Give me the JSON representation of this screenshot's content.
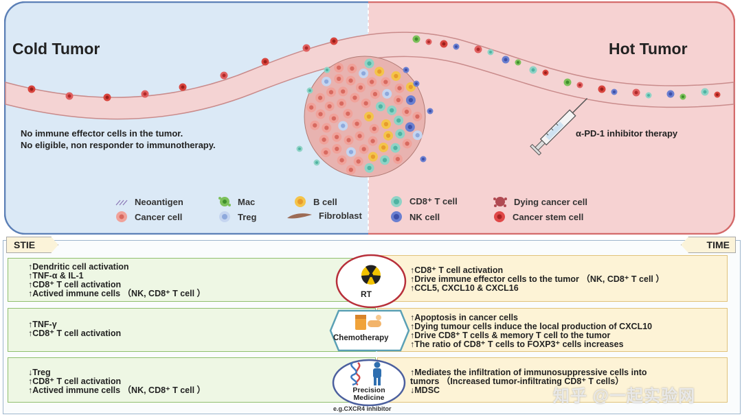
{
  "top": {
    "cold_title": "Cold Tumor",
    "hot_title": "Hot Tumor",
    "cold_note_lines": [
      "No immune effector cells in the tumor.",
      "No eligible, non responder to immunotherapy."
    ],
    "hot_note": "α-PD-1 inhibitor therapy",
    "colors": {
      "cold_bg": "#dbe9f6",
      "cold_border": "#5b7fb6",
      "hot_bg": "#f6d2d2",
      "hot_border": "#d46a6a",
      "vessel": "#f4d3d3",
      "vessel_edge": "#c98b8b"
    },
    "legend": [
      {
        "icon": "neoantigen-icon",
        "label": "Neoantigen"
      },
      {
        "icon": "mac-icon",
        "label": "Mac"
      },
      {
        "icon": "b-cell-icon",
        "label": "B cell"
      },
      {
        "icon": "cd8-t-cell-icon",
        "label": "CD8⁺ T cell"
      },
      {
        "icon": "dying-cancer-cell-icon",
        "label": "Dying cancer cell"
      },
      {
        "icon": "cancer-cell-icon",
        "label": "Cancer cell"
      },
      {
        "icon": "treg-icon",
        "label": "Treg"
      },
      {
        "icon": "fibroblast-icon",
        "label": "Fibroblast"
      },
      {
        "icon": "nk-cell-icon",
        "label": "NK cell"
      },
      {
        "icon": "cancer-stem-cell-icon",
        "label": "Cancer stem cell"
      }
    ]
  },
  "bottom": {
    "left_tag": "STIE",
    "right_tag": "TIME",
    "rows": [
      {
        "center_label": "RT",
        "center_icon": "radiation-icon",
        "left_lines": [
          "↑Dendritic cell activation",
          "↑TNF-α & IL-1",
          "↑CD8⁺ T cell activation",
          "↑Actived immune cells （NK, CD8⁺ T cell ）"
        ],
        "right_lines": [
          "↑CD8⁺ T cell activation",
          "↑Drive immune effector cells to the tumor （NK, CD8⁺ T cell ）",
          "↑CCL5, CXCL10 & CXCL16"
        ]
      },
      {
        "center_label": "Chemotherapy",
        "center_icon": "pill-icon",
        "left_lines": [
          "↑TNF-γ",
          "↑CD8⁺ T cell activation"
        ],
        "right_lines": [
          "↑Apoptosis in cancer cells",
          "↑Dying tumour cells induce the local production of CXCL10",
          "↑Drive CD8⁺ T cells & memory T cell to the tumor",
          "↑The ratio of CD8⁺ T cells to FOXP3⁺ cells increases"
        ]
      },
      {
        "center_label": "Precision Medicine",
        "center_label_lines": [
          "Precision",
          "Medicine"
        ],
        "center_icon": "dna-person-icon",
        "footnote": "e.g.CXCR4 inhibitor",
        "left_lines": [
          "↓Treg",
          "↑CD8⁺ T cell activation",
          "↑Actived immune cells （NK, CD8⁺ T cell ）"
        ],
        "right_lines": [
          "↑Mediates the infiltration of immunosuppressive cells into",
          "tumors （Increased tumor-infiltrating CD8⁺ T cells）",
          "↓MDSC"
        ]
      }
    ]
  },
  "watermark": "知乎 @一起实验网"
}
